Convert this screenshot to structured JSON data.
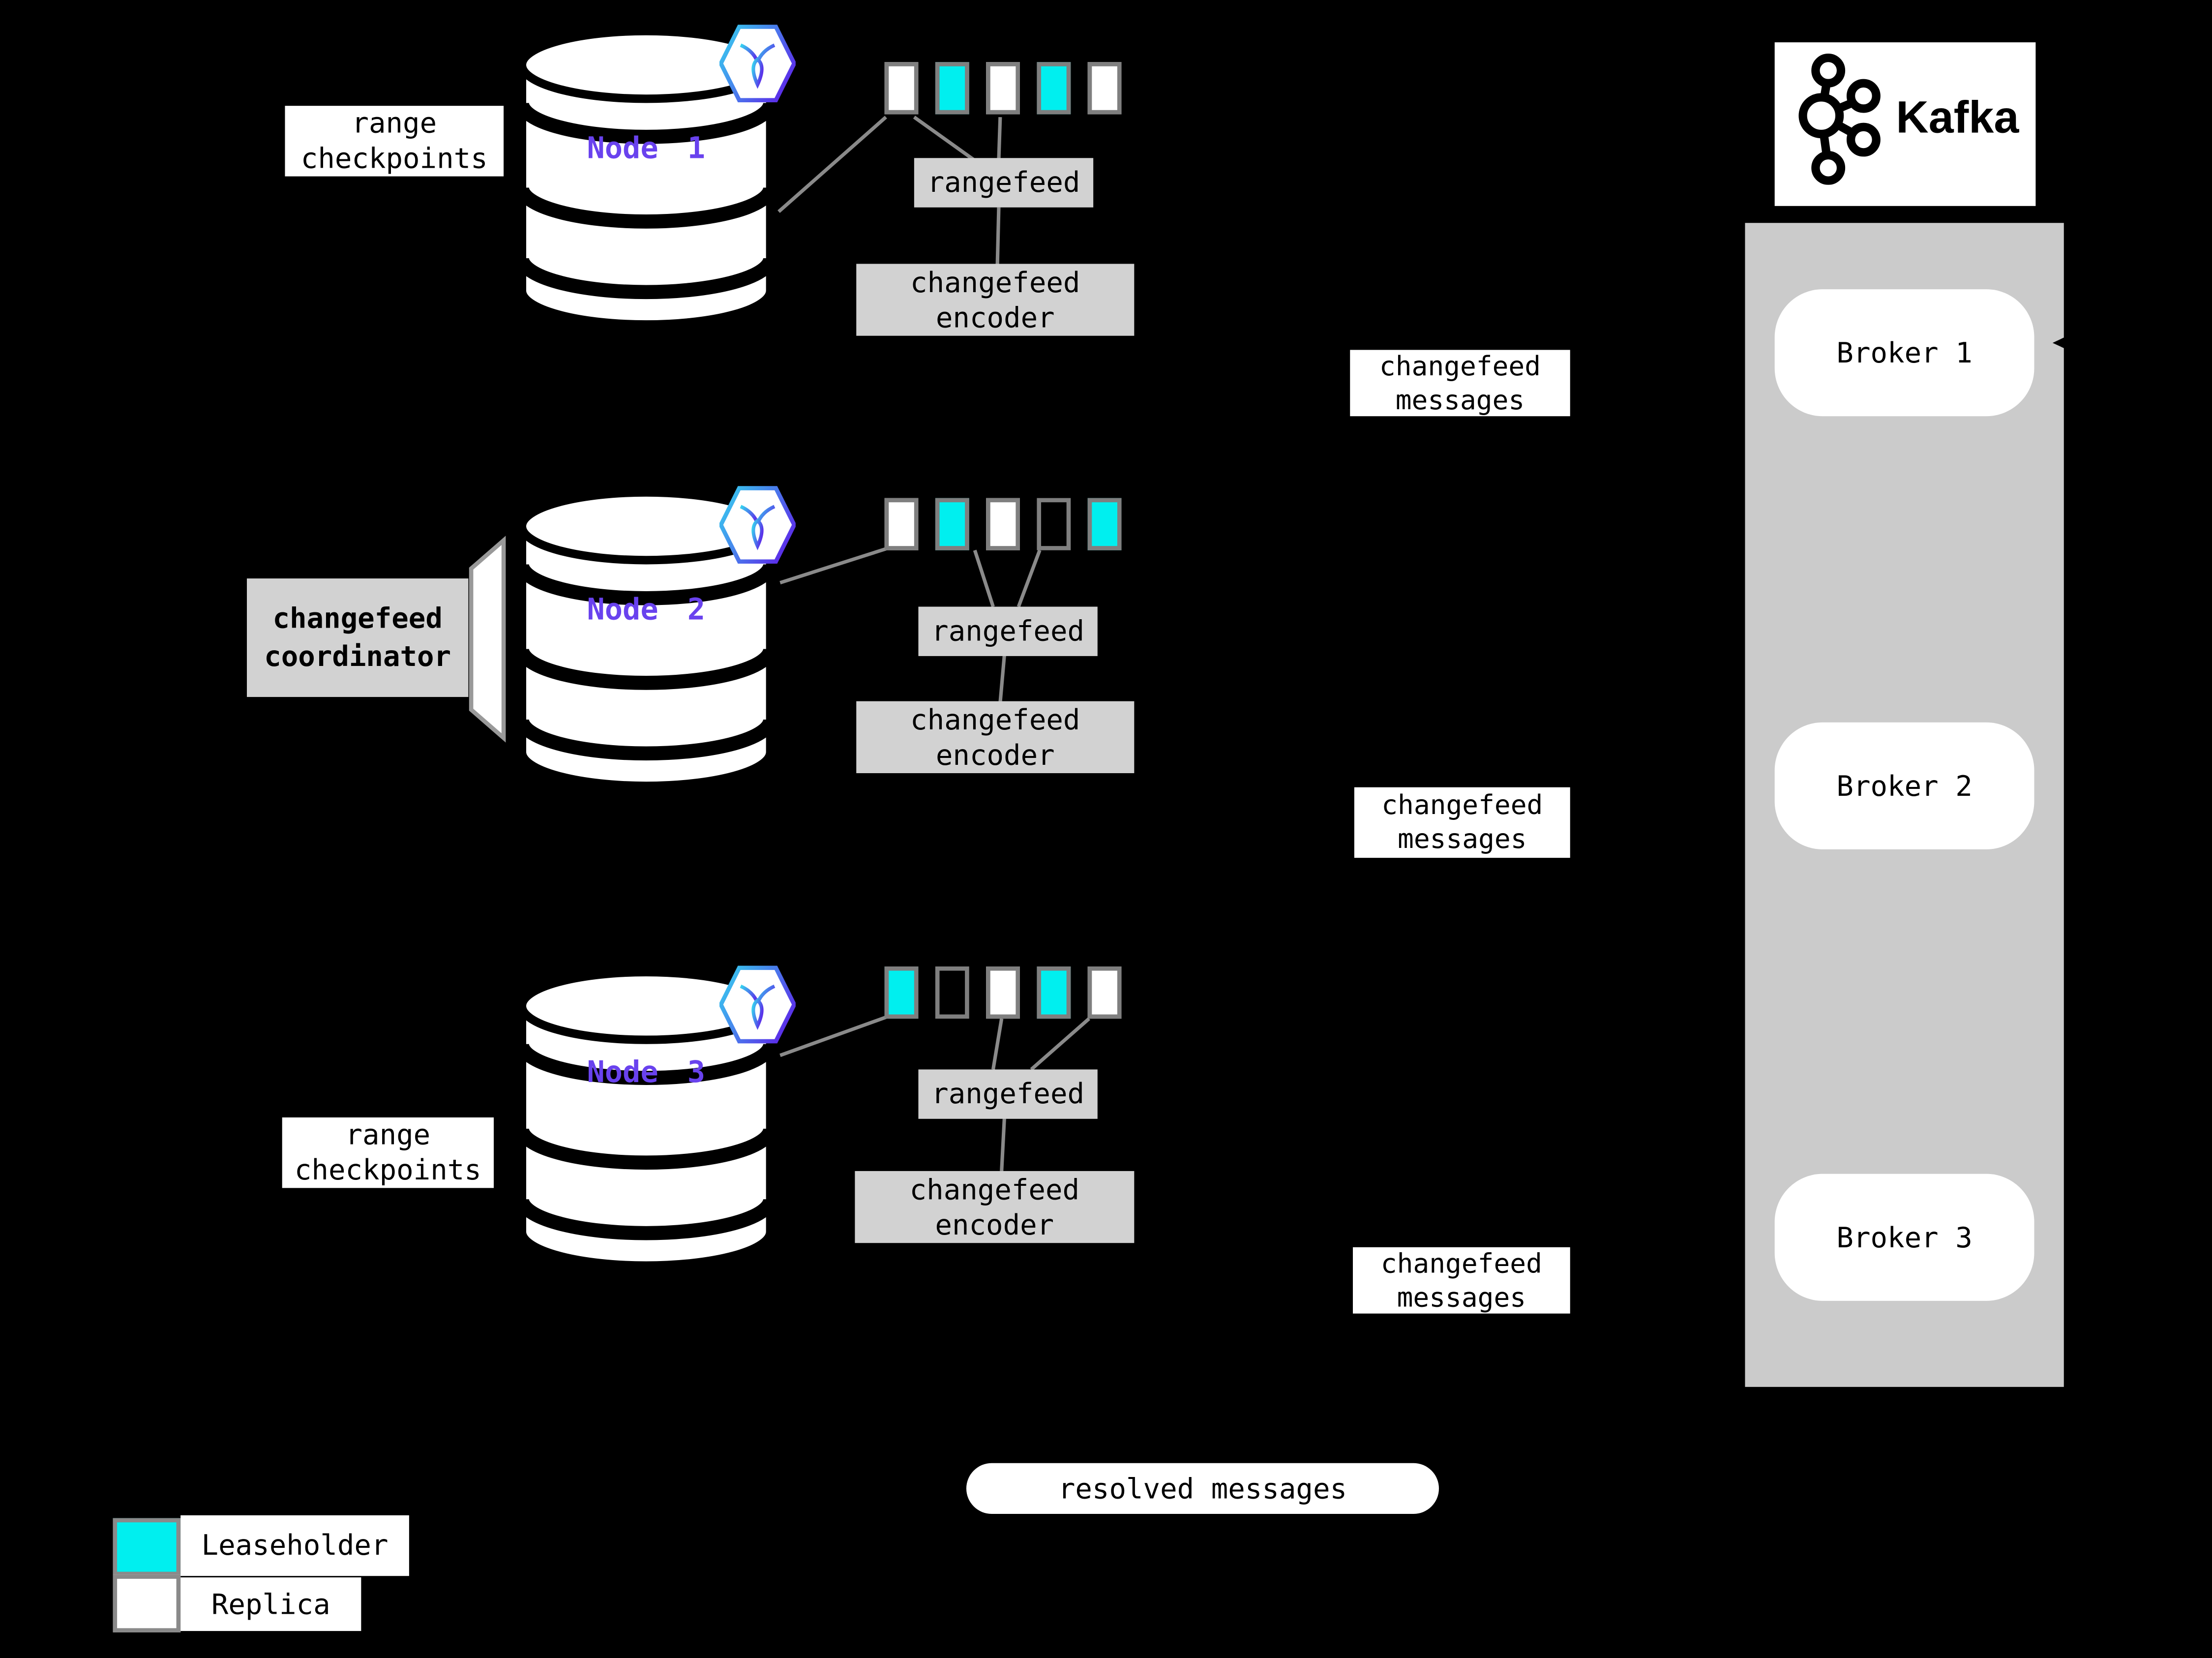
{
  "colors": {
    "leaseholder": "#00EFEF",
    "replica": "#FFFFFF",
    "unfilled": "transparent",
    "box_gray": "#D2D2D2",
    "kafka_container_gray": "#CBCBCB",
    "node_label_purple": "#6942EE",
    "wire_gray": "#8A8A8A",
    "background": "#000000"
  },
  "nodes": [
    {
      "label": "Node 1",
      "rangefeed": "rangefeed",
      "encoder_line1": "changefeed",
      "encoder_line2": "encoder",
      "squares": [
        "#FFFFFF",
        "#00EFEF",
        "#FFFFFF",
        "#00EFEF",
        "#FFFFFF"
      ]
    },
    {
      "label": "Node 2",
      "rangefeed": "rangefeed",
      "encoder_line1": "changefeed",
      "encoder_line2": "encoder",
      "squares": [
        "#FFFFFF",
        "#00EFEF",
        "#FFFFFF",
        "transparent",
        "#00EFEF"
      ]
    },
    {
      "label": "Node 3",
      "rangefeed": "rangefeed",
      "encoder_line1": "changefeed",
      "encoder_line2": "encoder",
      "squares": [
        "#00EFEF",
        "transparent",
        "#FFFFFF",
        "#00EFEF",
        "#FFFFFF"
      ]
    }
  ],
  "annotations": {
    "range_checkpoints_line1": "range",
    "range_checkpoints_line2": "checkpoints",
    "coordinator_line1": "changefeed",
    "coordinator_line2": "coordinator",
    "messages_line1": "changefeed",
    "messages_line2": "messages",
    "resolved": "resolved messages"
  },
  "kafka": {
    "wordmark": "Kafka",
    "brokers": [
      {
        "label": "Broker 1"
      },
      {
        "label": "Broker 2"
      },
      {
        "label": "Broker 3"
      }
    ]
  },
  "legend": {
    "items": [
      {
        "label": "Leaseholder",
        "color": "#00EFEF"
      },
      {
        "label": "Replica",
        "color": "#FFFFFF"
      }
    ]
  }
}
